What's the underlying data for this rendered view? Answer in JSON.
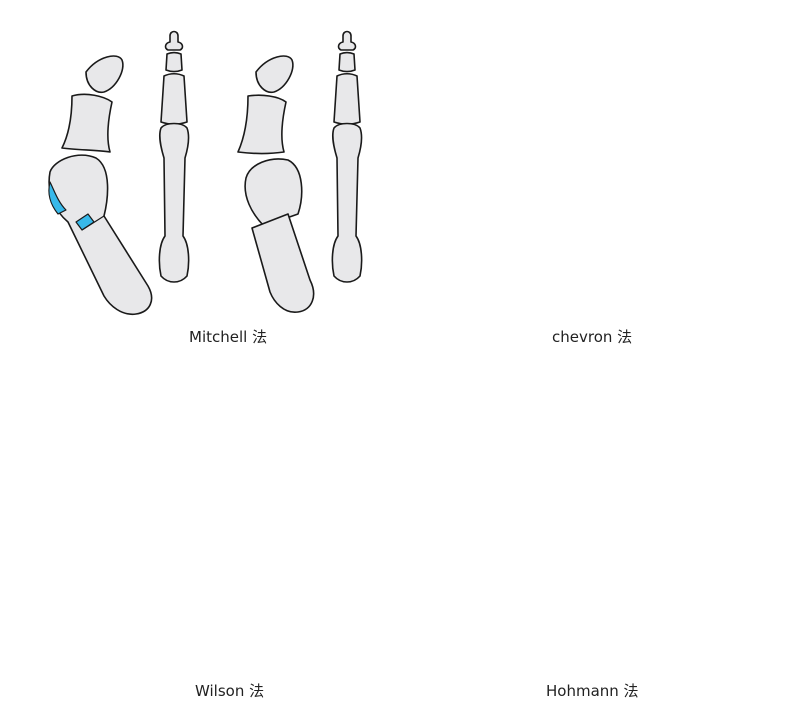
{
  "panels": [
    {
      "id": "mitchell",
      "caption": "Mitchell 法"
    },
    {
      "id": "chevron",
      "caption": "chevron 法"
    },
    {
      "id": "wilson",
      "caption": "Wilson 法"
    },
    {
      "id": "hohmann",
      "caption": "Hohmann 法"
    }
  ],
  "colors": {
    "bone_fill": "#e8e8ea",
    "bone_outline": "#1a1a1a",
    "osteotomy_wedge": "#38b9ea"
  }
}
